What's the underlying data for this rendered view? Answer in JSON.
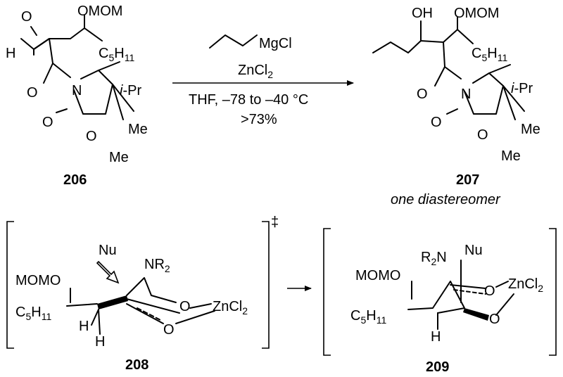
{
  "reaction": {
    "reagent_allyl": "MgCl",
    "reagent_zn": "ZnCl",
    "reagent_zn_sub": "2",
    "conditions": "THF, –78 to –40 °C",
    "yield": ">73%"
  },
  "compound_206": {
    "label": "206",
    "omom": "OMOM",
    "h": "H",
    "o_ald": "O",
    "c5": "C",
    "c5_sub": "5",
    "h11_sub": "H",
    "sub11": "11",
    "n": "N",
    "ipr_i": "i",
    "ipr": "-Pr",
    "o_carbonyl": "O",
    "o_ring_co": "O",
    "o_ring": "O",
    "me1": "Me",
    "me2": "Me"
  },
  "compound_207": {
    "label": "207",
    "note": "one diastereomer",
    "oh": "OH",
    "omom": "OMOM",
    "c5": "C",
    "c5_sub": "5",
    "h11": "H",
    "sub11": "11",
    "n": "N",
    "ipr_i": "i",
    "ipr": "-Pr",
    "o_carbonyl": "O",
    "o_ring_co": "O",
    "o_ring": "O",
    "me1": "Me",
    "me2": "Me"
  },
  "ts_208": {
    "label": "208",
    "dagger": "‡",
    "nu": "Nu",
    "nr2": "NR",
    "nr2_sub": "2",
    "momo": "MOMO",
    "c5": "C",
    "c5_sub": "5",
    "h11": "H",
    "sub11": "11",
    "h1": "H",
    "h2": "H",
    "o1": "O",
    "o2": "O",
    "zn": "ZnCl",
    "zn_sub": "2"
  },
  "int_209": {
    "label": "209",
    "r2n": "R",
    "r2n_sub": "2",
    "r2n_n": "N",
    "nu": "Nu",
    "momo": "MOMO",
    "c5": "C",
    "c5_sub": "5",
    "h11": "H",
    "sub11": "11",
    "h": "H",
    "o1": "O",
    "o2": "O",
    "zn": "ZnCl",
    "zn_sub": "2"
  }
}
